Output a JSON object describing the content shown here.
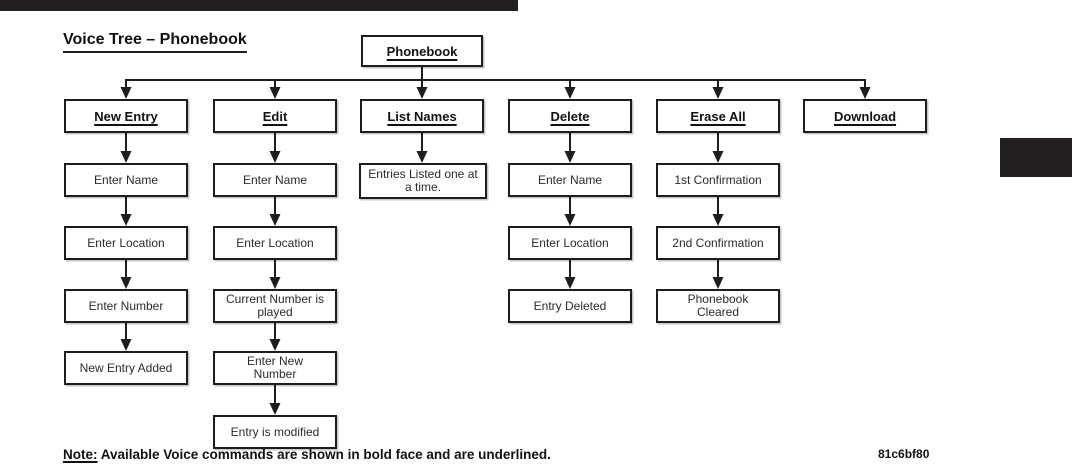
{
  "page": {
    "title": "Voice Tree – Phonebook",
    "note_label": "Note:",
    "note_text": "Available Voice commands are shown in bold face and are underlined.",
    "figure_code": "81c6bf80",
    "colors": {
      "ink": "#231f20",
      "paper": "#ffffff"
    }
  },
  "tree": {
    "root": {
      "label": "Phonebook"
    },
    "columns": [
      {
        "label": "New Entry",
        "steps": [
          "Enter Name",
          "Enter Location",
          "Enter Number",
          "New Entry Added"
        ]
      },
      {
        "label": "Edit",
        "steps": [
          "Enter Name",
          "Enter Location",
          "Current Number is played",
          "Enter New Number",
          "Entry is modified"
        ]
      },
      {
        "label": "List Names",
        "steps": [
          "Entries Listed one at a time."
        ]
      },
      {
        "label": "Delete",
        "steps": [
          "Enter Name",
          "Enter Location",
          "Entry Deleted"
        ]
      },
      {
        "label": "Erase All",
        "steps": [
          "1st Confirmation",
          "2nd Confirmation",
          "Phonebook Cleared"
        ]
      },
      {
        "label": "Download",
        "steps": []
      }
    ]
  }
}
